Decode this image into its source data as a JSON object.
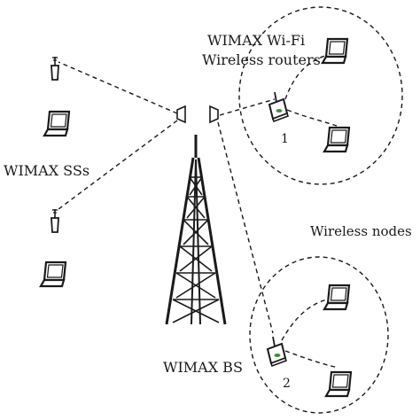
{
  "labels": {
    "wifi_title_line1": "WIMAX Wi-Fi",
    "wifi_title_line2": "Wireless routers",
    "subscriber_stations": "WIMAX SSs",
    "wireless_nodes": "Wireless nodes",
    "base_station": "WIMAX BS",
    "router_1": "1",
    "router_2": "2"
  },
  "colors": {
    "line": "#1a1a1a",
    "router_led": "#3c8f3c",
    "screen": "#ffffff"
  },
  "icons": [
    "laptop-icon",
    "antenna-icon",
    "router-icon",
    "tower-icon",
    "directional-antenna-icon"
  ]
}
